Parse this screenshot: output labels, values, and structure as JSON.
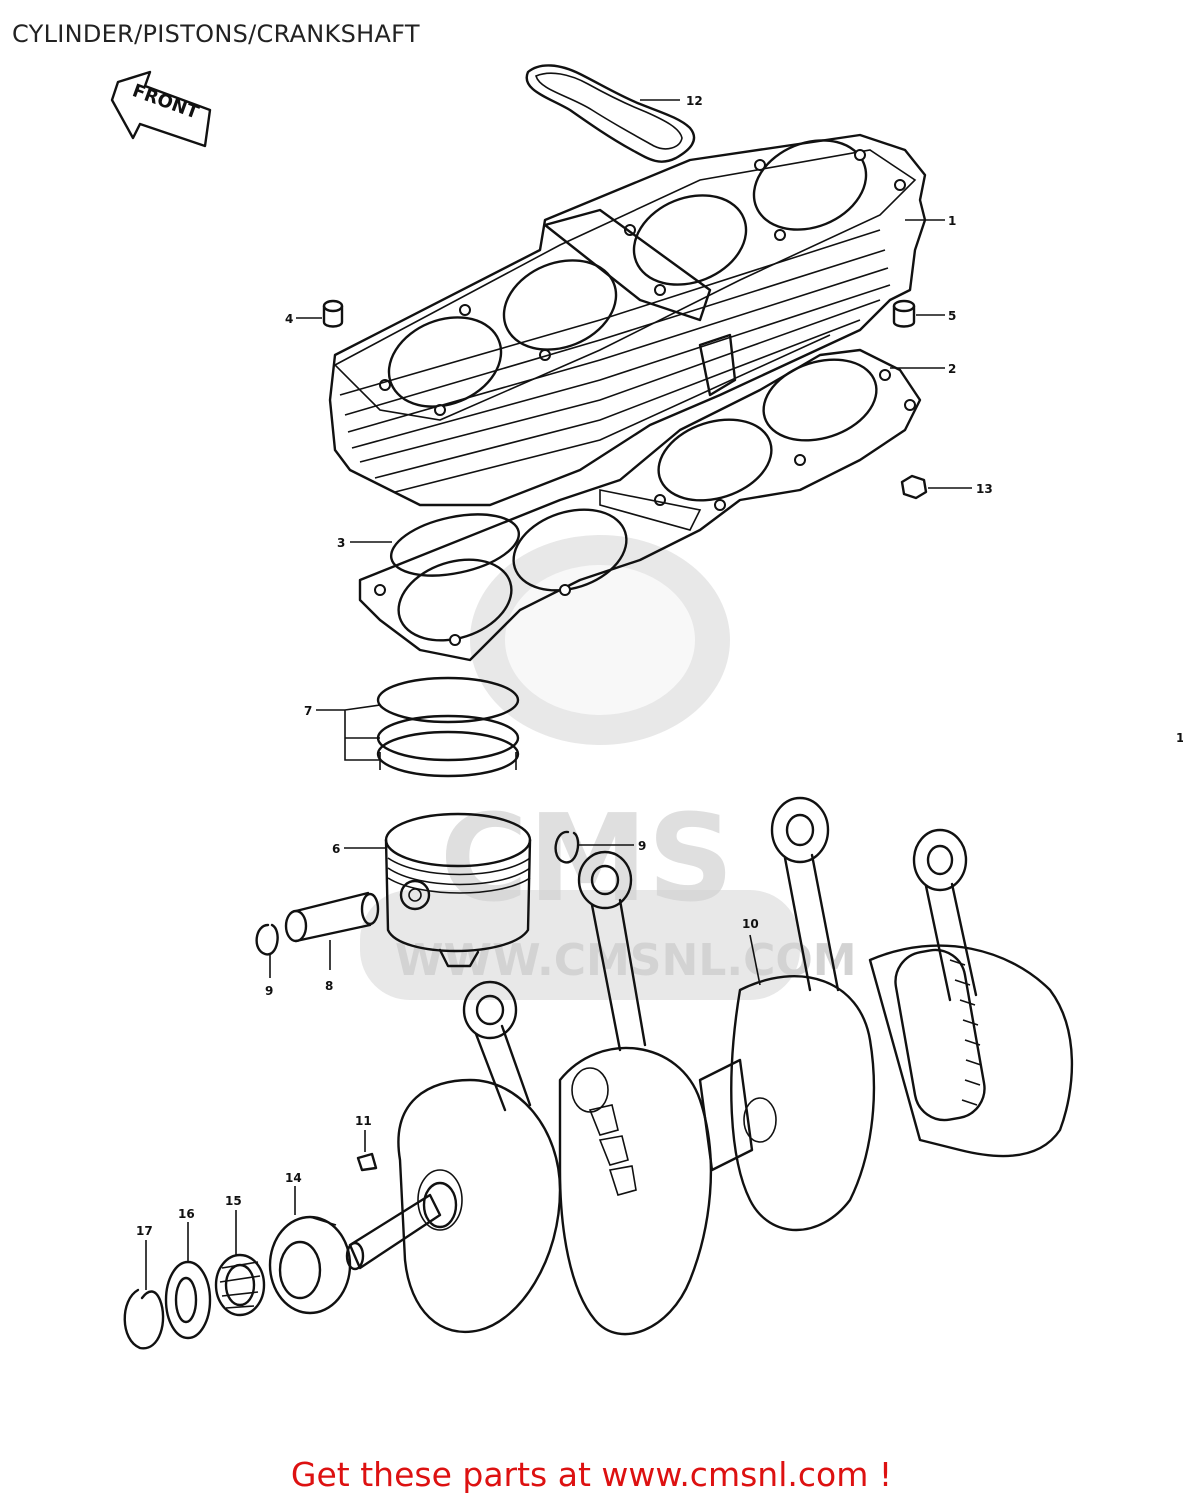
{
  "title": "CYLINDER/PISTONS/CRANKSHAFT",
  "front_arrow": "FRONT",
  "watermark": {
    "logo_text": "CMS",
    "url_text": "WWW.CMSNL.COM"
  },
  "callouts": [
    {
      "id": "1",
      "part": "cylinder block"
    },
    {
      "id": "2",
      "part": "cylinder base gasket"
    },
    {
      "id": "3",
      "part": "O-ring"
    },
    {
      "id": "4",
      "part": "dowel pin"
    },
    {
      "id": "5",
      "part": "dowel pin"
    },
    {
      "id": "6",
      "part": "piston"
    },
    {
      "id": "7",
      "part": "piston ring set"
    },
    {
      "id": "8",
      "part": "piston pin"
    },
    {
      "id": "9",
      "part": "snap ring"
    },
    {
      "id": "10",
      "part": "crankshaft assembly"
    },
    {
      "id": "11",
      "part": "woodruff key"
    },
    {
      "id": "12",
      "part": "gasket"
    },
    {
      "id": "13",
      "part": "nut"
    },
    {
      "id": "14",
      "part": "collar"
    },
    {
      "id": "15",
      "part": "needle bearing"
    },
    {
      "id": "16",
      "part": "thrust washer"
    },
    {
      "id": "17",
      "part": "circlip"
    }
  ],
  "edge_mark": "1",
  "cta": "Get these parts at www.cmsnl.com !",
  "colors": {
    "cta": "#dd1111",
    "lines": "#111111",
    "watermark": "#cfcfcf"
  }
}
